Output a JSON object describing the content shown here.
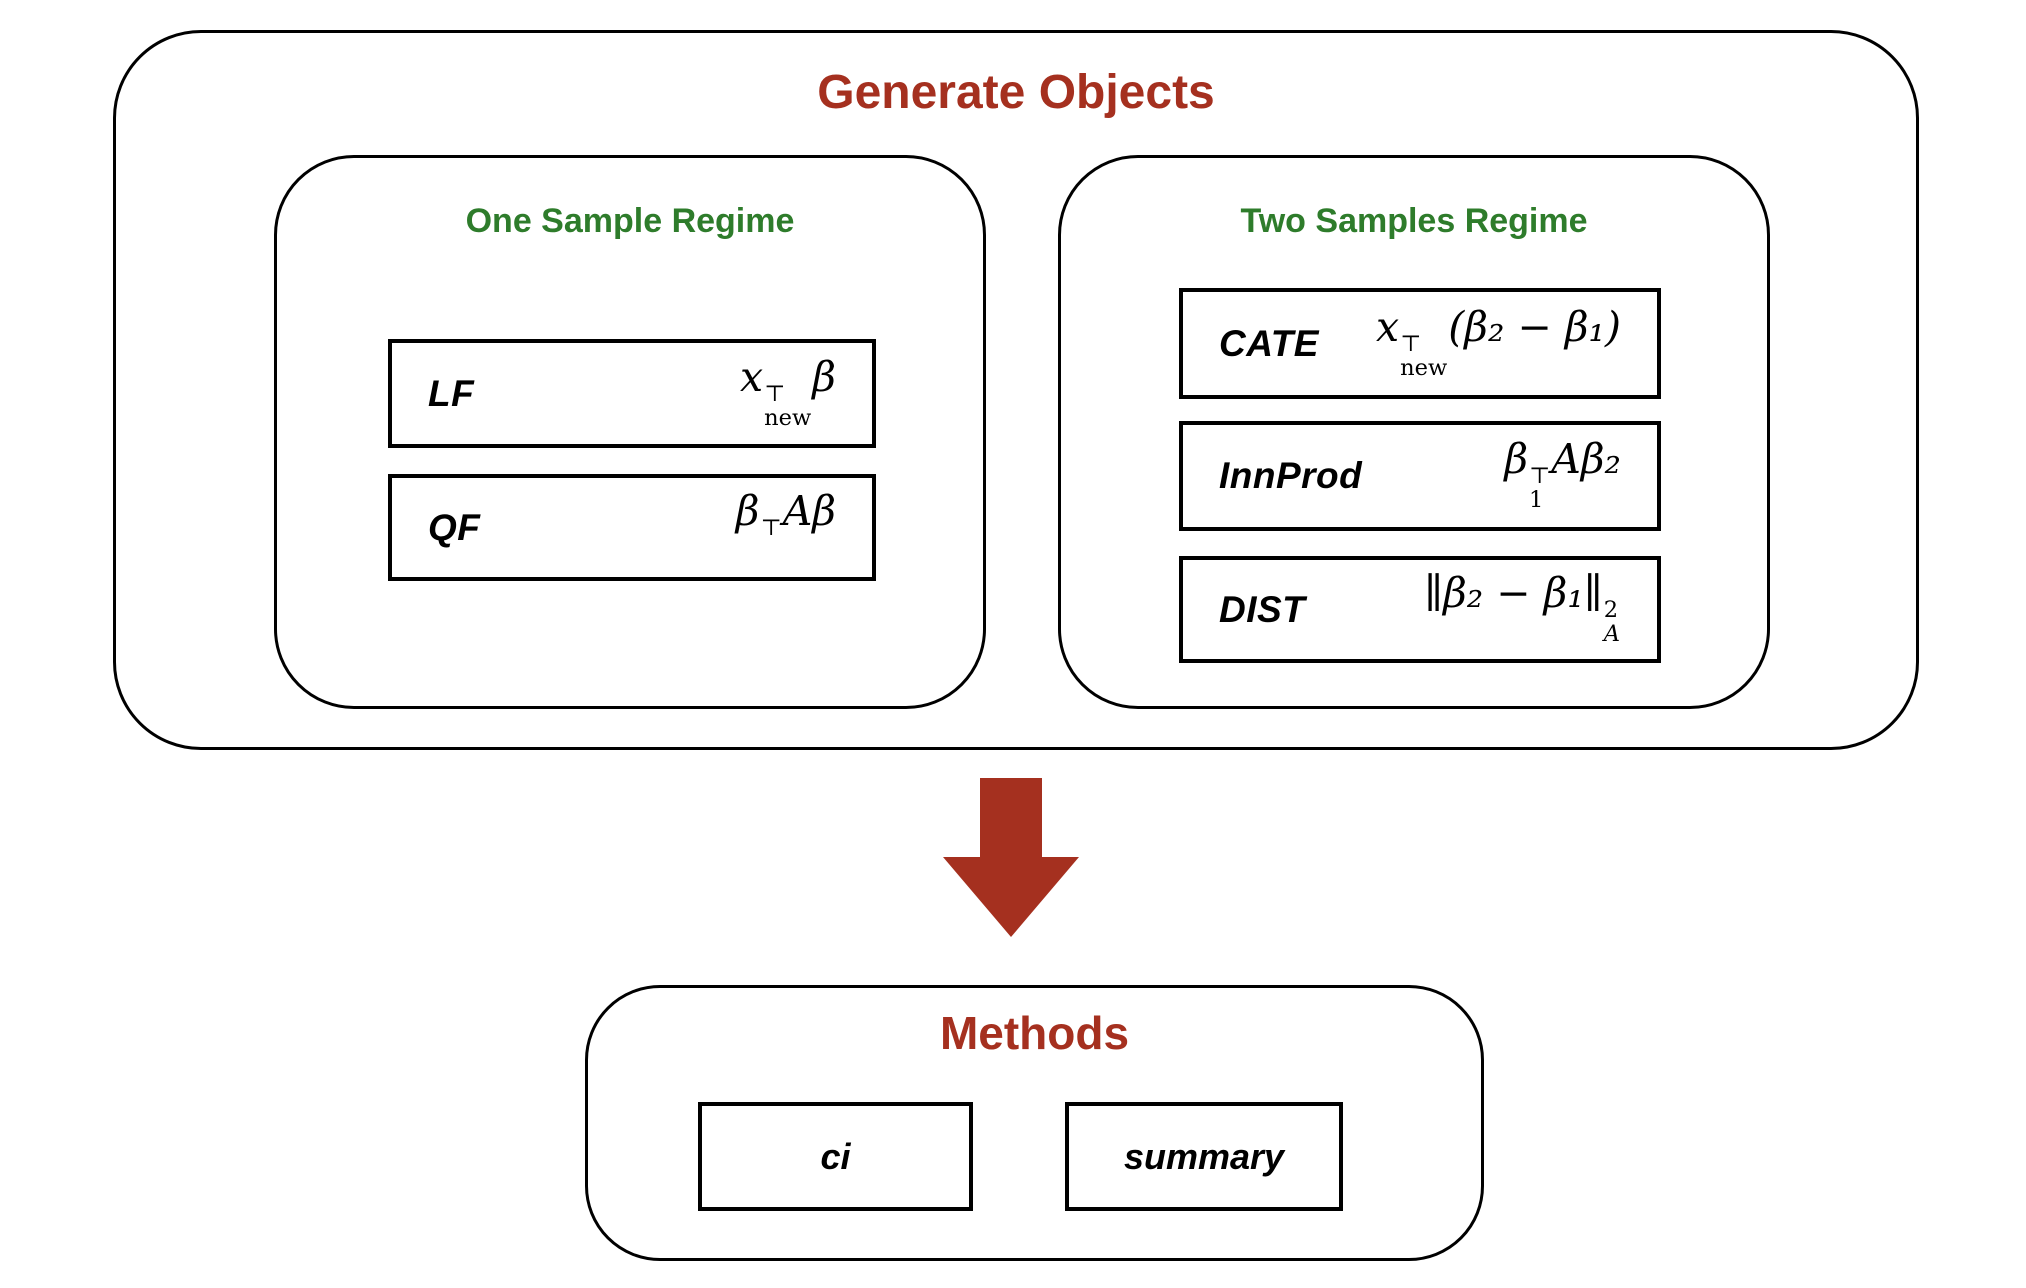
{
  "colors": {
    "accent_red": "#a5301f",
    "accent_green": "#2e7c2b",
    "line_black": "#000000"
  },
  "generate": {
    "title": "Generate Objects",
    "one_sample": {
      "title": "One Sample Regime",
      "items": {
        "lf": {
          "label": "LF",
          "f_pre": "x",
          "f_sup": "⊤",
          "f_sub": "new",
          "f_post": "β"
        },
        "qf": {
          "label": "QF",
          "f_pre": "β",
          "f_sup": "⊤",
          "f_sub": "",
          "f_post": "Aβ"
        }
      }
    },
    "two_samples": {
      "title": "Two Samples Regime",
      "items": {
        "cate": {
          "label": "CATE",
          "f_pre": "x",
          "f_sup": "⊤",
          "f_sub": "new",
          "f_post": "(β₂ − β₁)"
        },
        "innprod": {
          "label": "InnProd",
          "f_pre": "β",
          "f_sup": "⊤",
          "f_sub": "1",
          "f_post": "Aβ₂"
        },
        "dist": {
          "label": "DIST",
          "f_pre": "∥β₂ − β₁∥",
          "f_sup": "2",
          "f_sub": "A",
          "f_post": ""
        }
      }
    }
  },
  "methods": {
    "title": "Methods",
    "items": {
      "ci": {
        "label": "ci"
      },
      "summary": {
        "label": "summary"
      }
    }
  }
}
